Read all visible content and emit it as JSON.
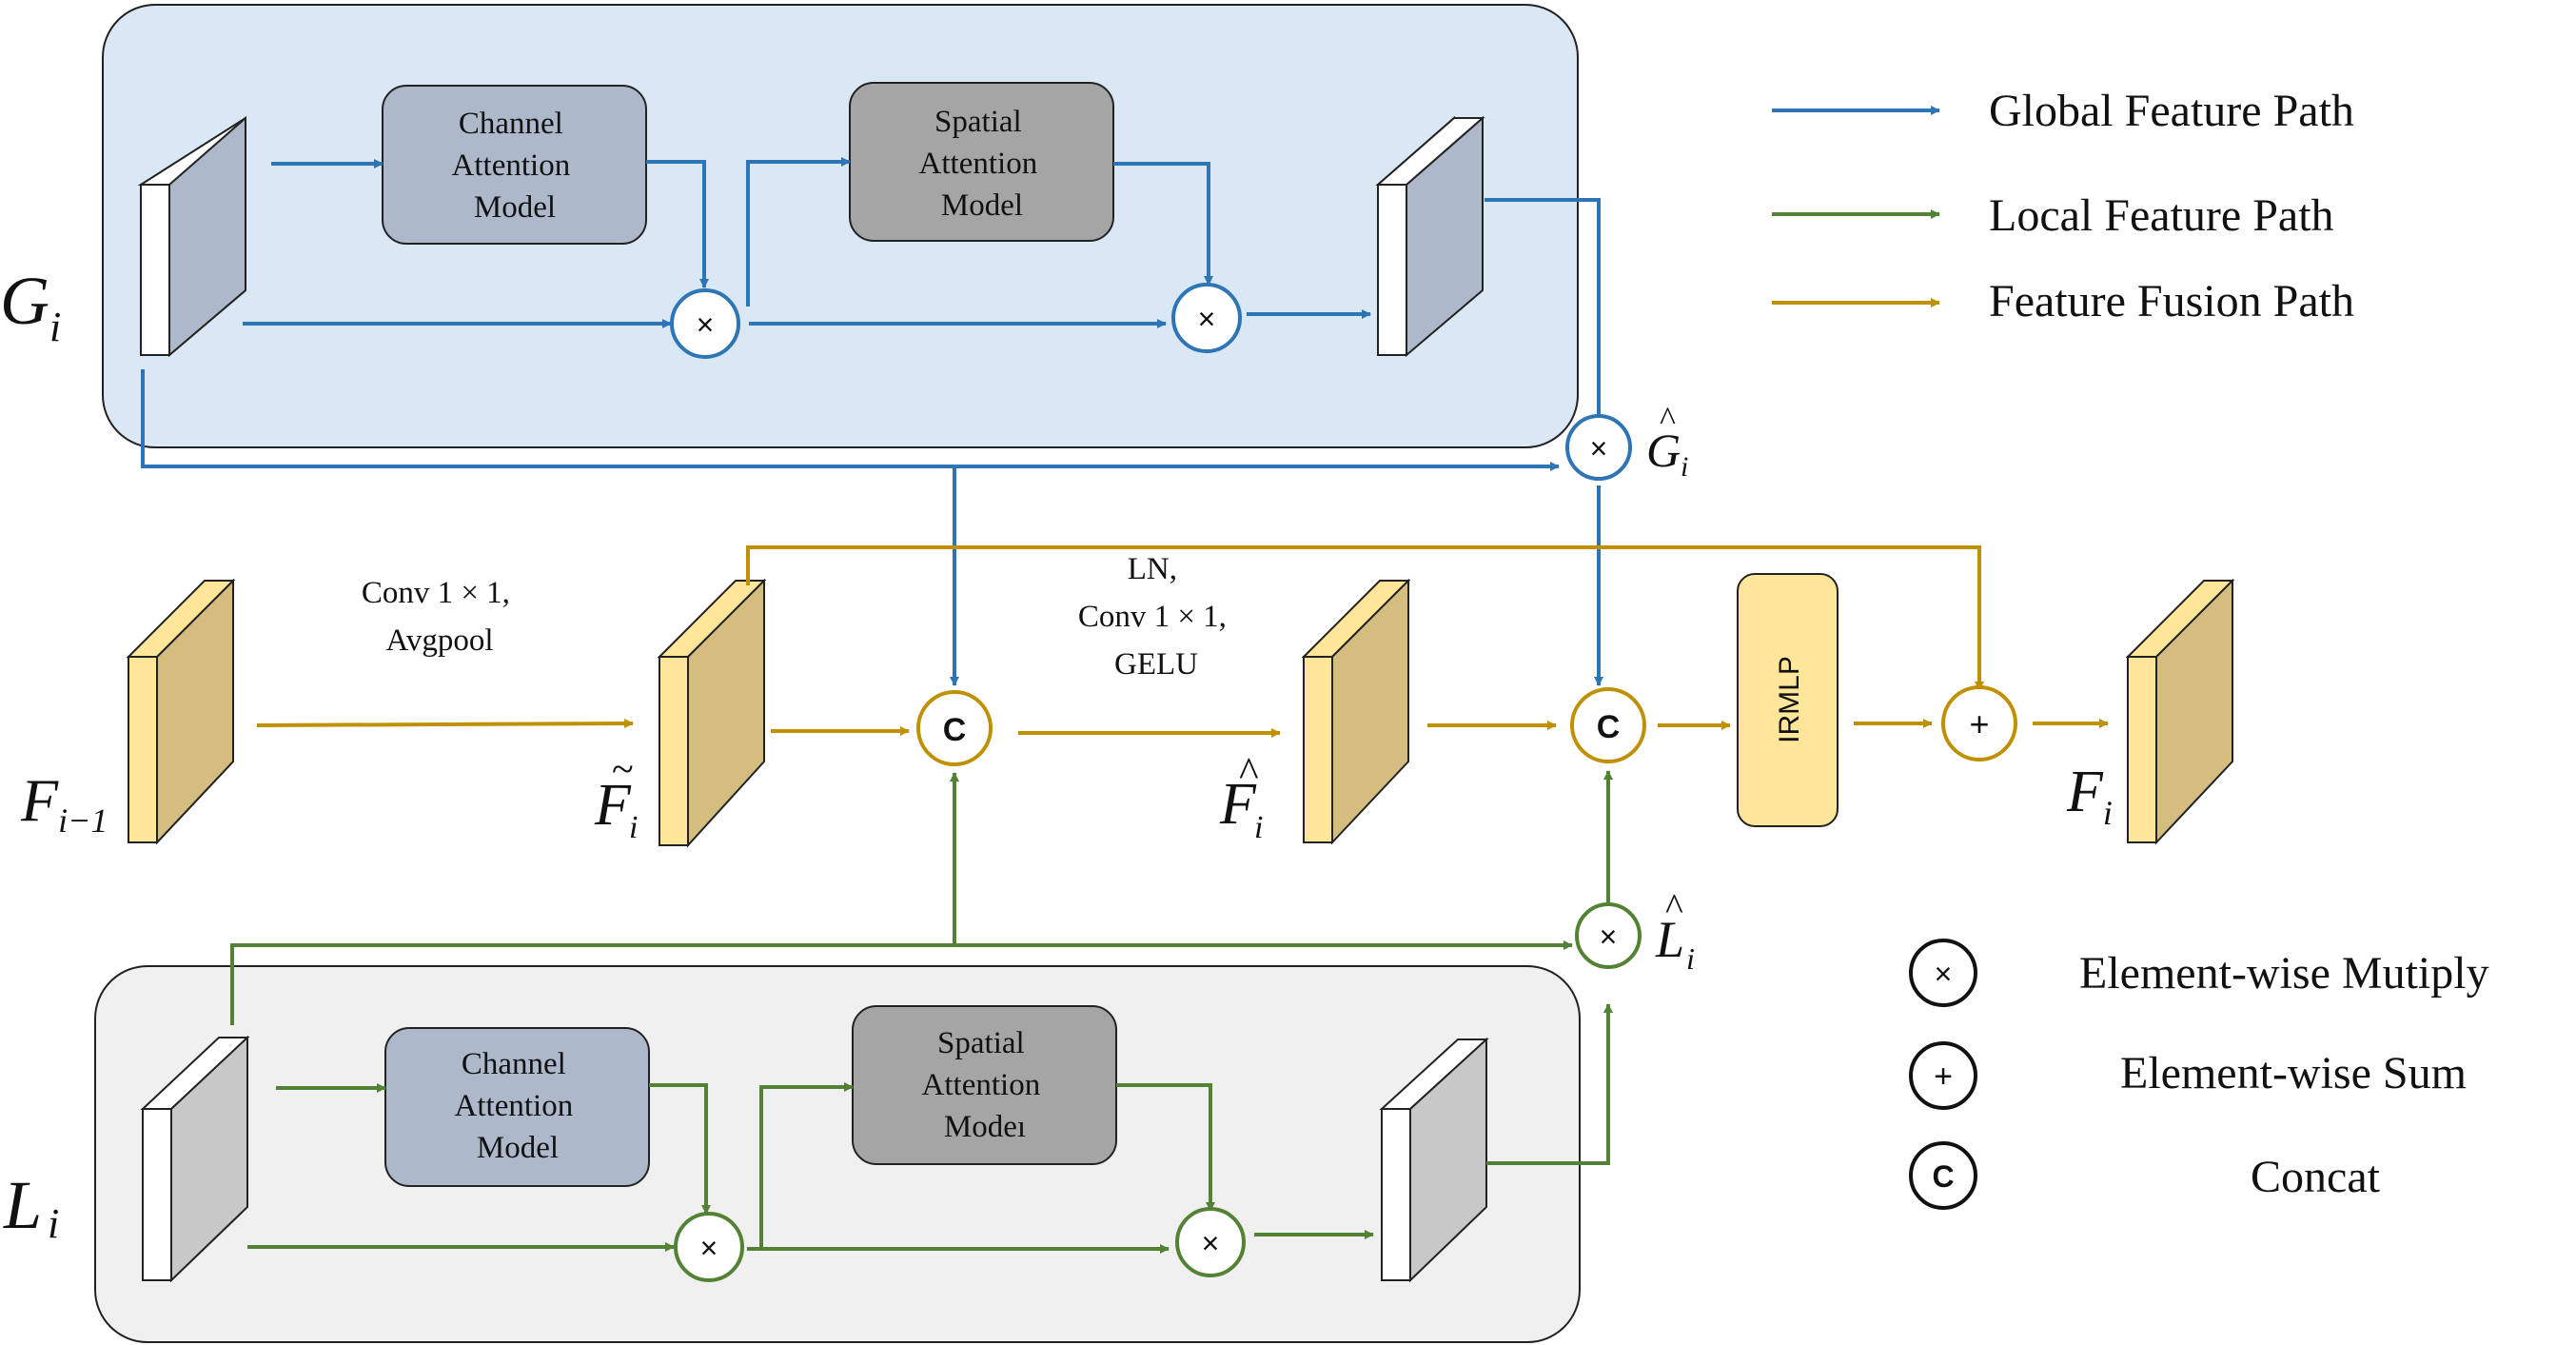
{
  "colors": {
    "global_path": "#2e75b6",
    "local_path": "#548235",
    "fusion_path": "#bf9000",
    "global_panel_fill": "#dae8f5",
    "local_panel_fill": "#f0f0f0",
    "channel_attention_fill": "#adb9ca",
    "spatial_attention_fill": "#a5a5a5",
    "irmlp_fill": "#ffe699",
    "feature_face_yellow": "#ffe699",
    "feature_side_yellow": "#d4bd7f",
    "feature_face_white": "#ffffff",
    "feature_side_blue_gray": "#adb9ca",
    "feature_side_gray": "#c8c8c8"
  },
  "legend": {
    "global": "Global Feature Path",
    "local": "Local Feature Path",
    "fusion": "Feature Fusion Path",
    "multiply": "Element-wise Mutiply",
    "sum": "Element-wise Sum",
    "concat": "Concat"
  },
  "symbols": {
    "multiply": "×",
    "sum": "+",
    "concat": "C"
  },
  "global_branch": {
    "input_label": "G",
    "input_sub": "i",
    "channel_block": [
      "Channel",
      "Attention",
      "Model"
    ],
    "spatial_block": [
      "Spatial",
      "Attention",
      "Model"
    ],
    "output_label": "G",
    "output_accent": "^",
    "output_sub": "i"
  },
  "local_branch": {
    "input_label": "L",
    "input_sub": "i",
    "channel_block": [
      "Channel",
      "Attention",
      "Model"
    ],
    "spatial_block": [
      "Spatial",
      "Attention",
      "Modeı"
    ],
    "output_label": "L",
    "output_accent": "^",
    "output_sub": "i"
  },
  "fusion": {
    "input_label": "F",
    "input_sub": "i−1",
    "conv_text": [
      "Conv 1 × 1,",
      "Avgpool"
    ],
    "tilde_label": "F",
    "tilde_accent": "~",
    "tilde_sub": "i",
    "ln_text": [
      "LN,",
      "Conv 1 × 1,",
      "GELU"
    ],
    "hat_label": "F",
    "hat_accent": "^",
    "hat_sub": "i",
    "irmlp_label": "IRMLP",
    "output_label": "F",
    "output_sub": "i"
  }
}
